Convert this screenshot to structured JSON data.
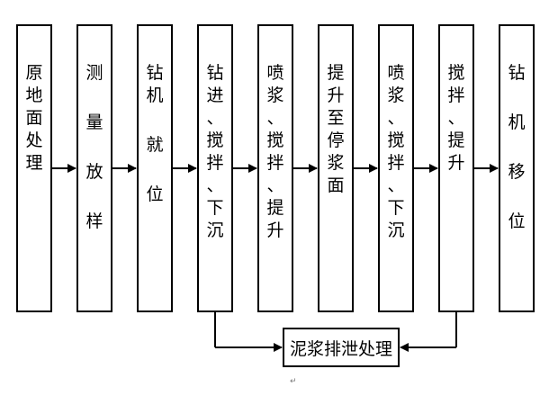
{
  "steps": [
    {
      "id": "ground",
      "label": "原地面处理"
    },
    {
      "id": "survey",
      "label": "测量放样"
    },
    {
      "id": "rig-position",
      "label": "钻机就位"
    },
    {
      "id": "drill-down",
      "label": "钻进、搅拌、下沉"
    },
    {
      "id": "spray-up",
      "label": "喷浆、搅拌、提升"
    },
    {
      "id": "lift-stop",
      "label": "提升至停浆面"
    },
    {
      "id": "spray-down",
      "label": "喷浆、搅拌、下沉"
    },
    {
      "id": "mix-lift",
      "label": "搅拌、提升"
    },
    {
      "id": "rig-move",
      "label": "钻机移位"
    }
  ],
  "drain": {
    "label": "泥浆排泄处理"
  },
  "footnote": "↵"
}
